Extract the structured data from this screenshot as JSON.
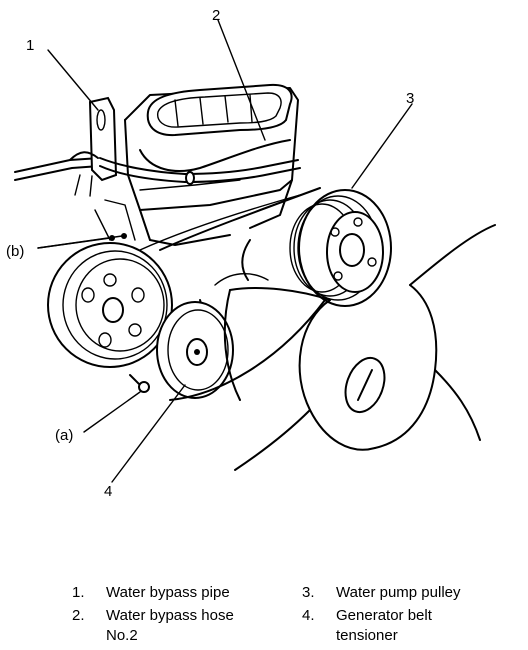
{
  "callouts": [
    {
      "id": "1",
      "label": "1"
    },
    {
      "id": "2",
      "label": "2"
    },
    {
      "id": "3",
      "label": "3"
    },
    {
      "id": "4",
      "label": "4"
    },
    {
      "id": "a",
      "label": "(a)"
    },
    {
      "id": "b",
      "label": "(b)"
    }
  ],
  "legend": [
    {
      "num": "1.",
      "text": "Water bypass pipe"
    },
    {
      "num": "2.",
      "text": "Water bypass hose",
      "text2": "No.2"
    },
    {
      "num": "3.",
      "text": "Water pump pulley"
    },
    {
      "num": "4.",
      "text": "Generator belt",
      "text2": "tensioner"
    }
  ]
}
